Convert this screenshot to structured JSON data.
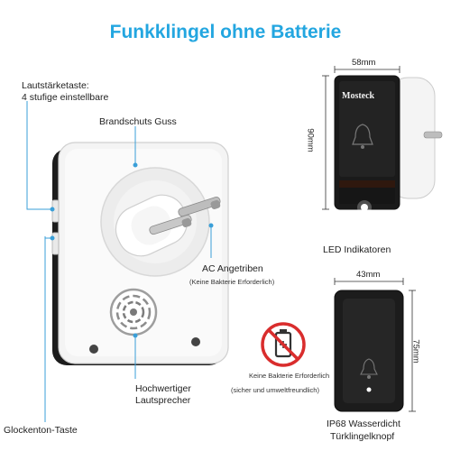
{
  "title": "Funkklingel ohne Batterie",
  "labels": {
    "volume_key_line1": "Lautstärketaste:",
    "volume_key_line2": "4 stufige einstellbare",
    "fireproof_case": "Brandschuts Guss",
    "ac_powered": "AC Angetriben",
    "ac_powered_note": "(Keine Bakterie Erforderlich)",
    "speaker_line1": "Hochwertiger",
    "speaker_line2": "Lautsprecher",
    "ringtone_key": "Glockenton-Taste",
    "led_indicators": "LED Indikatoren",
    "no_battery_line1": "Keine Bakterie Erforderlich",
    "no_battery_line2": "(sicher und umweltfreundlich)",
    "waterproof_line1": "IP68 Wasserdicht",
    "waterproof_line2": "Türklingelknopf"
  },
  "dimensions": {
    "receiver_width": "58mm",
    "receiver_height": "90mm",
    "button_width": "43mm",
    "button_height": "75mm"
  },
  "brand": "Mosteck",
  "colors": {
    "title": "#23a6e0",
    "device_body": "#f4f4f4",
    "device_black": "#1c1c1c"
  }
}
